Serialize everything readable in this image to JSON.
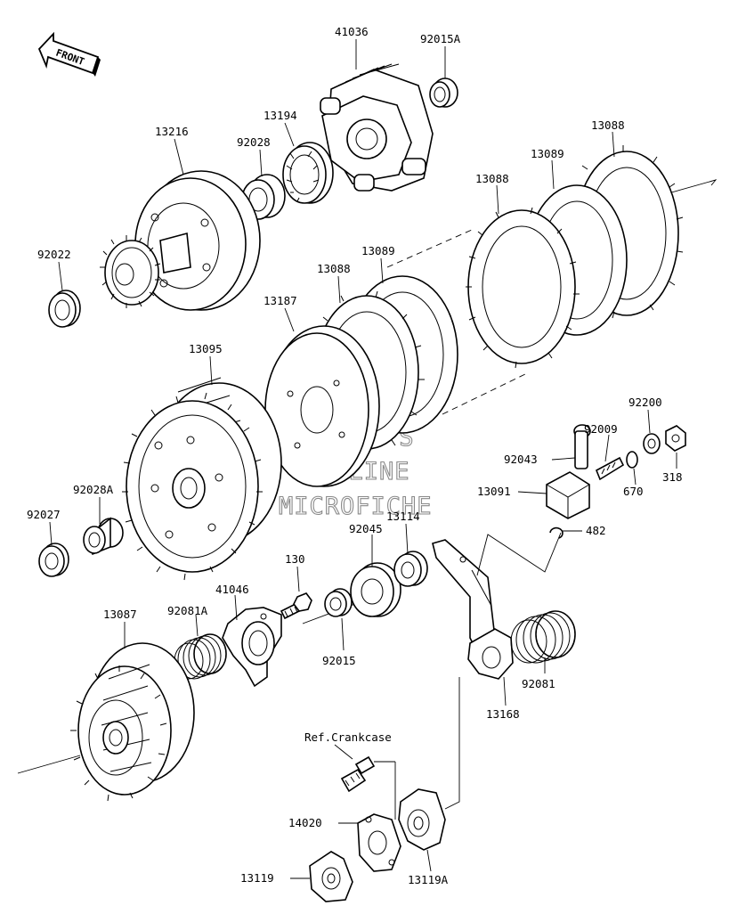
{
  "front_badge": "FRONT",
  "reference_note": "Ref.Crankcase",
  "watermark": [
    "HLSM'S",
    "ONLINE",
    "MICROFICHE"
  ],
  "part_labels": {
    "p41036": "41036",
    "p92015A": "92015A",
    "p13194": "13194",
    "p13216": "13216",
    "p92028": "92028",
    "p13088a": "13088",
    "p13089a": "13089",
    "p13088b": "13088",
    "p92022": "92022",
    "p13089b": "13089",
    "p13088c": "13088",
    "p13187": "13187",
    "p13095": "13095",
    "p92200": "92200",
    "p92009": "92009",
    "p92043": "92043",
    "p318": "318",
    "p670": "670",
    "p13091": "13091",
    "p92028A": "92028A",
    "p92027": "92027",
    "p13114": "13114",
    "p92045": "92045",
    "p482": "482",
    "p130": "130",
    "p41046": "41046",
    "p13087": "13087",
    "p92081A": "92081A",
    "p92015": "92015",
    "p92081": "92081",
    "p13168": "13168",
    "p14020": "14020",
    "p13119": "13119",
    "p13119A": "13119A"
  }
}
